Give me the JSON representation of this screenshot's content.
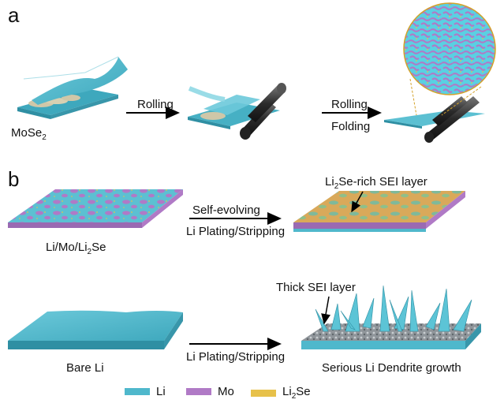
{
  "panels": {
    "a": "a",
    "b": "b"
  },
  "panel_a": {
    "material_label_main": "MoSe",
    "material_label_sub": "2",
    "arrow1_label": "Rolling",
    "arrow2_label_top": "Rolling",
    "arrow2_label_bottom": "Folding"
  },
  "panel_b": {
    "top_left_label_main": "Li/Mo/Li",
    "top_left_label_sub": "2",
    "top_left_label_end": "Se",
    "top_arrow_label_top": "Self-evolving",
    "top_arrow_label_bottom": "Li Plating/Stripping",
    "sei_label_main": "Li",
    "sei_label_sub": "2",
    "sei_label_end": "Se-rich SEI layer",
    "bottom_left_label": "Bare Li",
    "bottom_arrow_label": "Li Plating/Stripping",
    "thick_sei_label": "Thick SEI layer",
    "dendrite_label": "Serious Li Dendrite growth"
  },
  "legend": {
    "li_label": "Li",
    "mo_label": "Mo",
    "li2se_label_main": "Li",
    "li2se_label_sub": "2",
    "li2se_label_end": "Se"
  },
  "colors": {
    "li": "#4fb8cc",
    "li_dark": "#2f8fa3",
    "mo": "#b07ac6",
    "li2se": "#e7c14a",
    "roller": "#3a3a3a",
    "mose2": "#cfc7a8"
  }
}
